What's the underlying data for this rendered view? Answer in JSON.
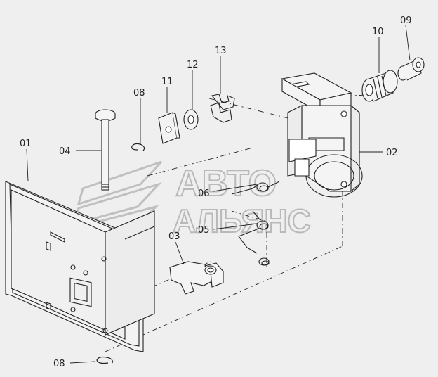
{
  "labels": {
    "p01": "01",
    "p02": "02",
    "p03": "03",
    "p04": "04",
    "p05": "05",
    "p06": "06",
    "p08a": "08",
    "p08b": "08",
    "p09": "09",
    "p10": "10",
    "p11": "11",
    "p12": "12",
    "p13": "13"
  },
  "watermark": {
    "line1": "АВТО",
    "line2": "АЛЬЯНС"
  }
}
